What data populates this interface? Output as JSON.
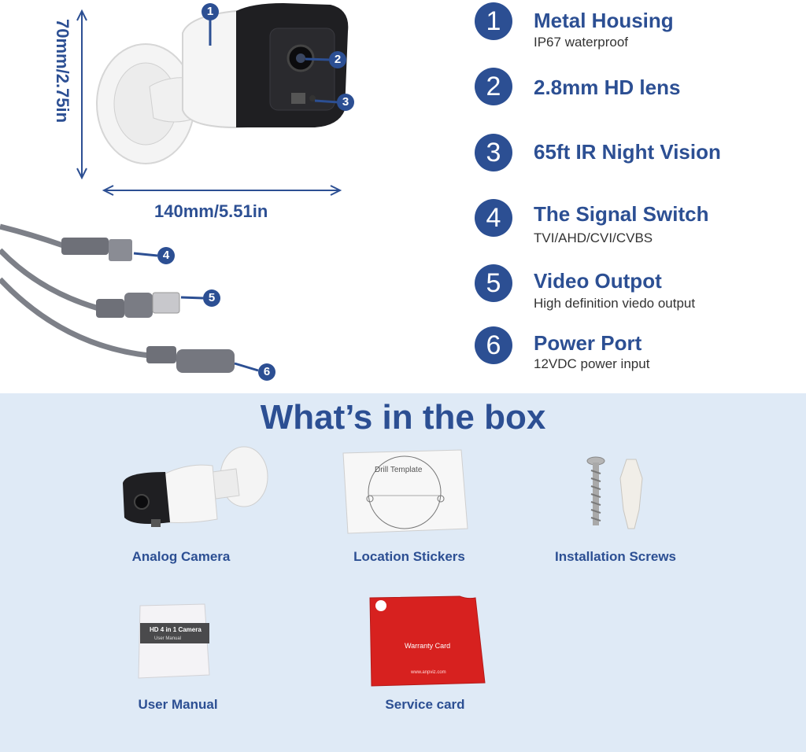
{
  "dimensions": {
    "height_label": "70mm/2.75in",
    "width_label": "140mm/5.51in"
  },
  "callouts": [
    "1",
    "2",
    "3",
    "4",
    "5",
    "6"
  ],
  "features": [
    {
      "number": "1",
      "title": "Metal Housing",
      "desc": "IP67 waterproof"
    },
    {
      "number": "2",
      "title": "2.8mm HD lens",
      "desc": ""
    },
    {
      "number": "3",
      "title": "65ft IR Night Vision",
      "desc": ""
    },
    {
      "number": "4",
      "title": "The Signal Switch",
      "desc": "TVI/AHD/CVI/CVBS"
    },
    {
      "number": "5",
      "title": "Video Outpot",
      "desc": "High definition viedo output"
    },
    {
      "number": "6",
      "title": "Power Port",
      "desc": "12VDC power input"
    }
  ],
  "box": {
    "title": "What’s in the box",
    "items": [
      {
        "label": "Analog Camera"
      },
      {
        "label": "Location Stickers"
      },
      {
        "label": "Installation Screws"
      },
      {
        "label": "User Manual"
      },
      {
        "label": "Service card"
      }
    ],
    "drill_template_text": "Drill Template",
    "manual_text_1": "HD 4 in 1 Camera",
    "manual_text_2": "User Manual",
    "warranty_text": "Warranty Card",
    "warranty_url": "www.anpviz.com"
  },
  "colors": {
    "accent": "#2c4f93",
    "box_background": "#dfeaf6",
    "cable": "#7d8088",
    "warranty_red": "#d7211f"
  }
}
